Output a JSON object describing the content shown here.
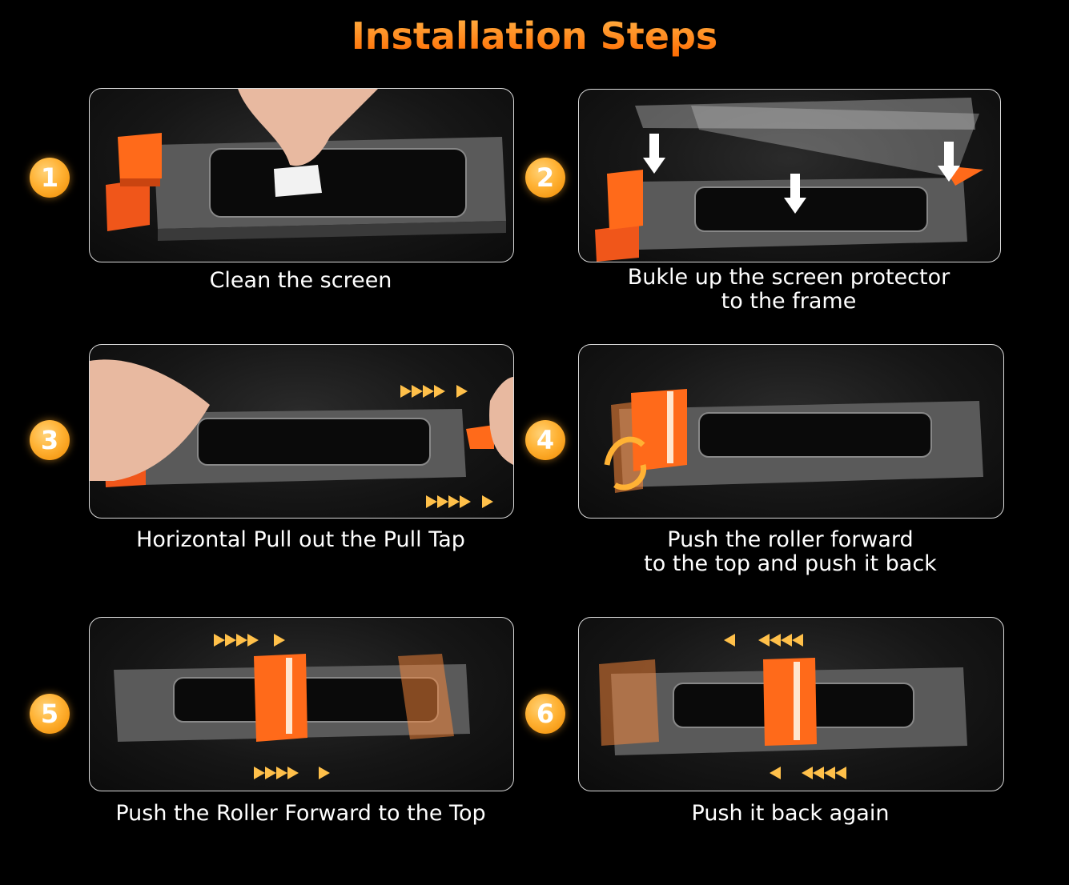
{
  "title": "Installation Steps",
  "steps": [
    {
      "number": "1",
      "caption_line1": "Clean the screen",
      "caption_line2": "",
      "image_icon": "cleaning-wipe-illustration"
    },
    {
      "number": "2",
      "caption_line1": "Bukle up the screen protector",
      "caption_line2": "to the frame",
      "image_icon": "buckle-protector-illustration"
    },
    {
      "number": "3",
      "caption_line1": "Horizontal Pull out the Pull Tap",
      "caption_line2": "",
      "image_icon": "pull-tab-illustration"
    },
    {
      "number": "4",
      "caption_line1": "Push the roller forward",
      "caption_line2": "to the top and push it back",
      "image_icon": "roller-push-illustration"
    },
    {
      "number": "5",
      "caption_line1": "Push the Roller Forward to the Top",
      "caption_line2": "",
      "image_icon": "roller-forward-illustration"
    },
    {
      "number": "6",
      "caption_line1": "Push it back again",
      "caption_line2": "",
      "image_icon": "roller-back-illustration"
    }
  ],
  "colors": {
    "accent_orange": "#ff6a00",
    "badge_gold": "#ffb234",
    "background": "#000000",
    "panel_border": "#d9d9d9"
  }
}
